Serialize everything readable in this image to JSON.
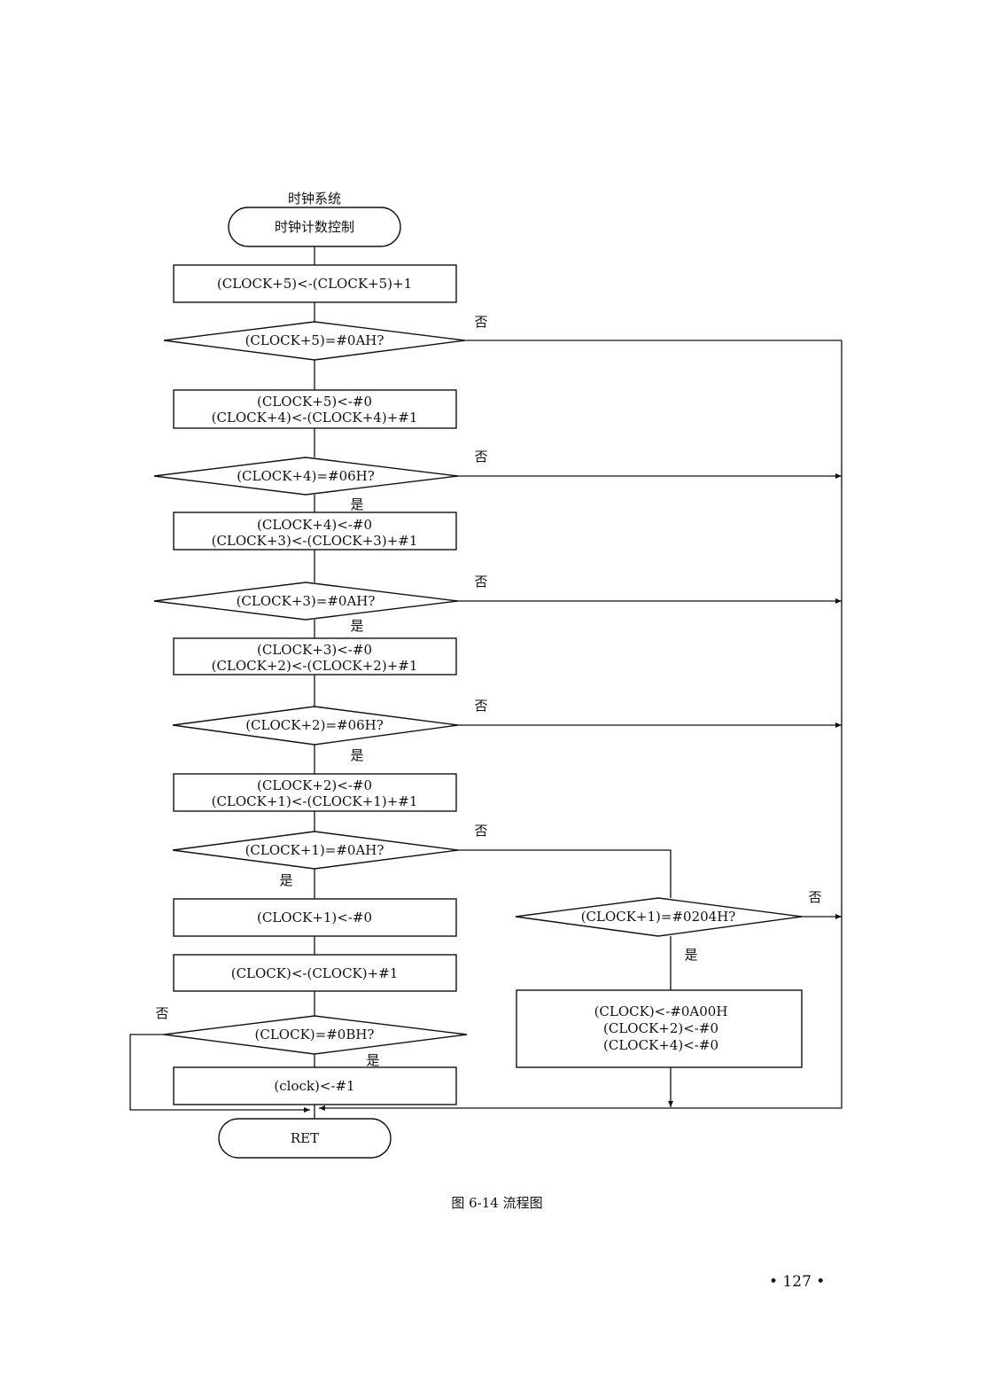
{
  "diagram": {
    "heading": "时钟系统",
    "start": "时钟计数控制",
    "end": "RET",
    "steps": [
      [
        "(CLOCK+5)<-(CLOCK+5)+1"
      ],
      [
        "(CLOCK+5)=#0AH?"
      ],
      [
        "(CLOCK+5)<-#0",
        "(CLOCK+4)<-(CLOCK+4)+#1"
      ],
      [
        "(CLOCK+4)=#06H?"
      ],
      [
        "(CLOCK+4)<-#0",
        "(CLOCK+3)<-(CLOCK+3)+#1"
      ],
      [
        "(CLOCK+3)=#0AH?"
      ],
      [
        "(CLOCK+3)<-#0",
        "(CLOCK+2)<-(CLOCK+2)+#1"
      ],
      [
        "(CLOCK+2)=#06H?"
      ],
      [
        "(CLOCK+2)<-#0",
        "(CLOCK+1)<-(CLOCK+1)+#1"
      ],
      [
        "(CLOCK+1)=#0AH?"
      ],
      [
        "(CLOCK+1)<-#0"
      ],
      [
        "(CLOCK)<-(CLOCK)+#1"
      ],
      [
        "(CLOCK)=#0BH?"
      ],
      [
        "(clock)<-#1"
      ],
      [
        "(CLOCK+1)=#0204H?"
      ],
      [
        "(CLOCK)<-#0A00H",
        "(CLOCK+2)<-#0",
        "(CLOCK+4)<-#0"
      ]
    ],
    "yes_label": "是",
    "no_label": "否"
  },
  "caption": "图 6-14   流程图",
  "page_number": "• 127 •"
}
